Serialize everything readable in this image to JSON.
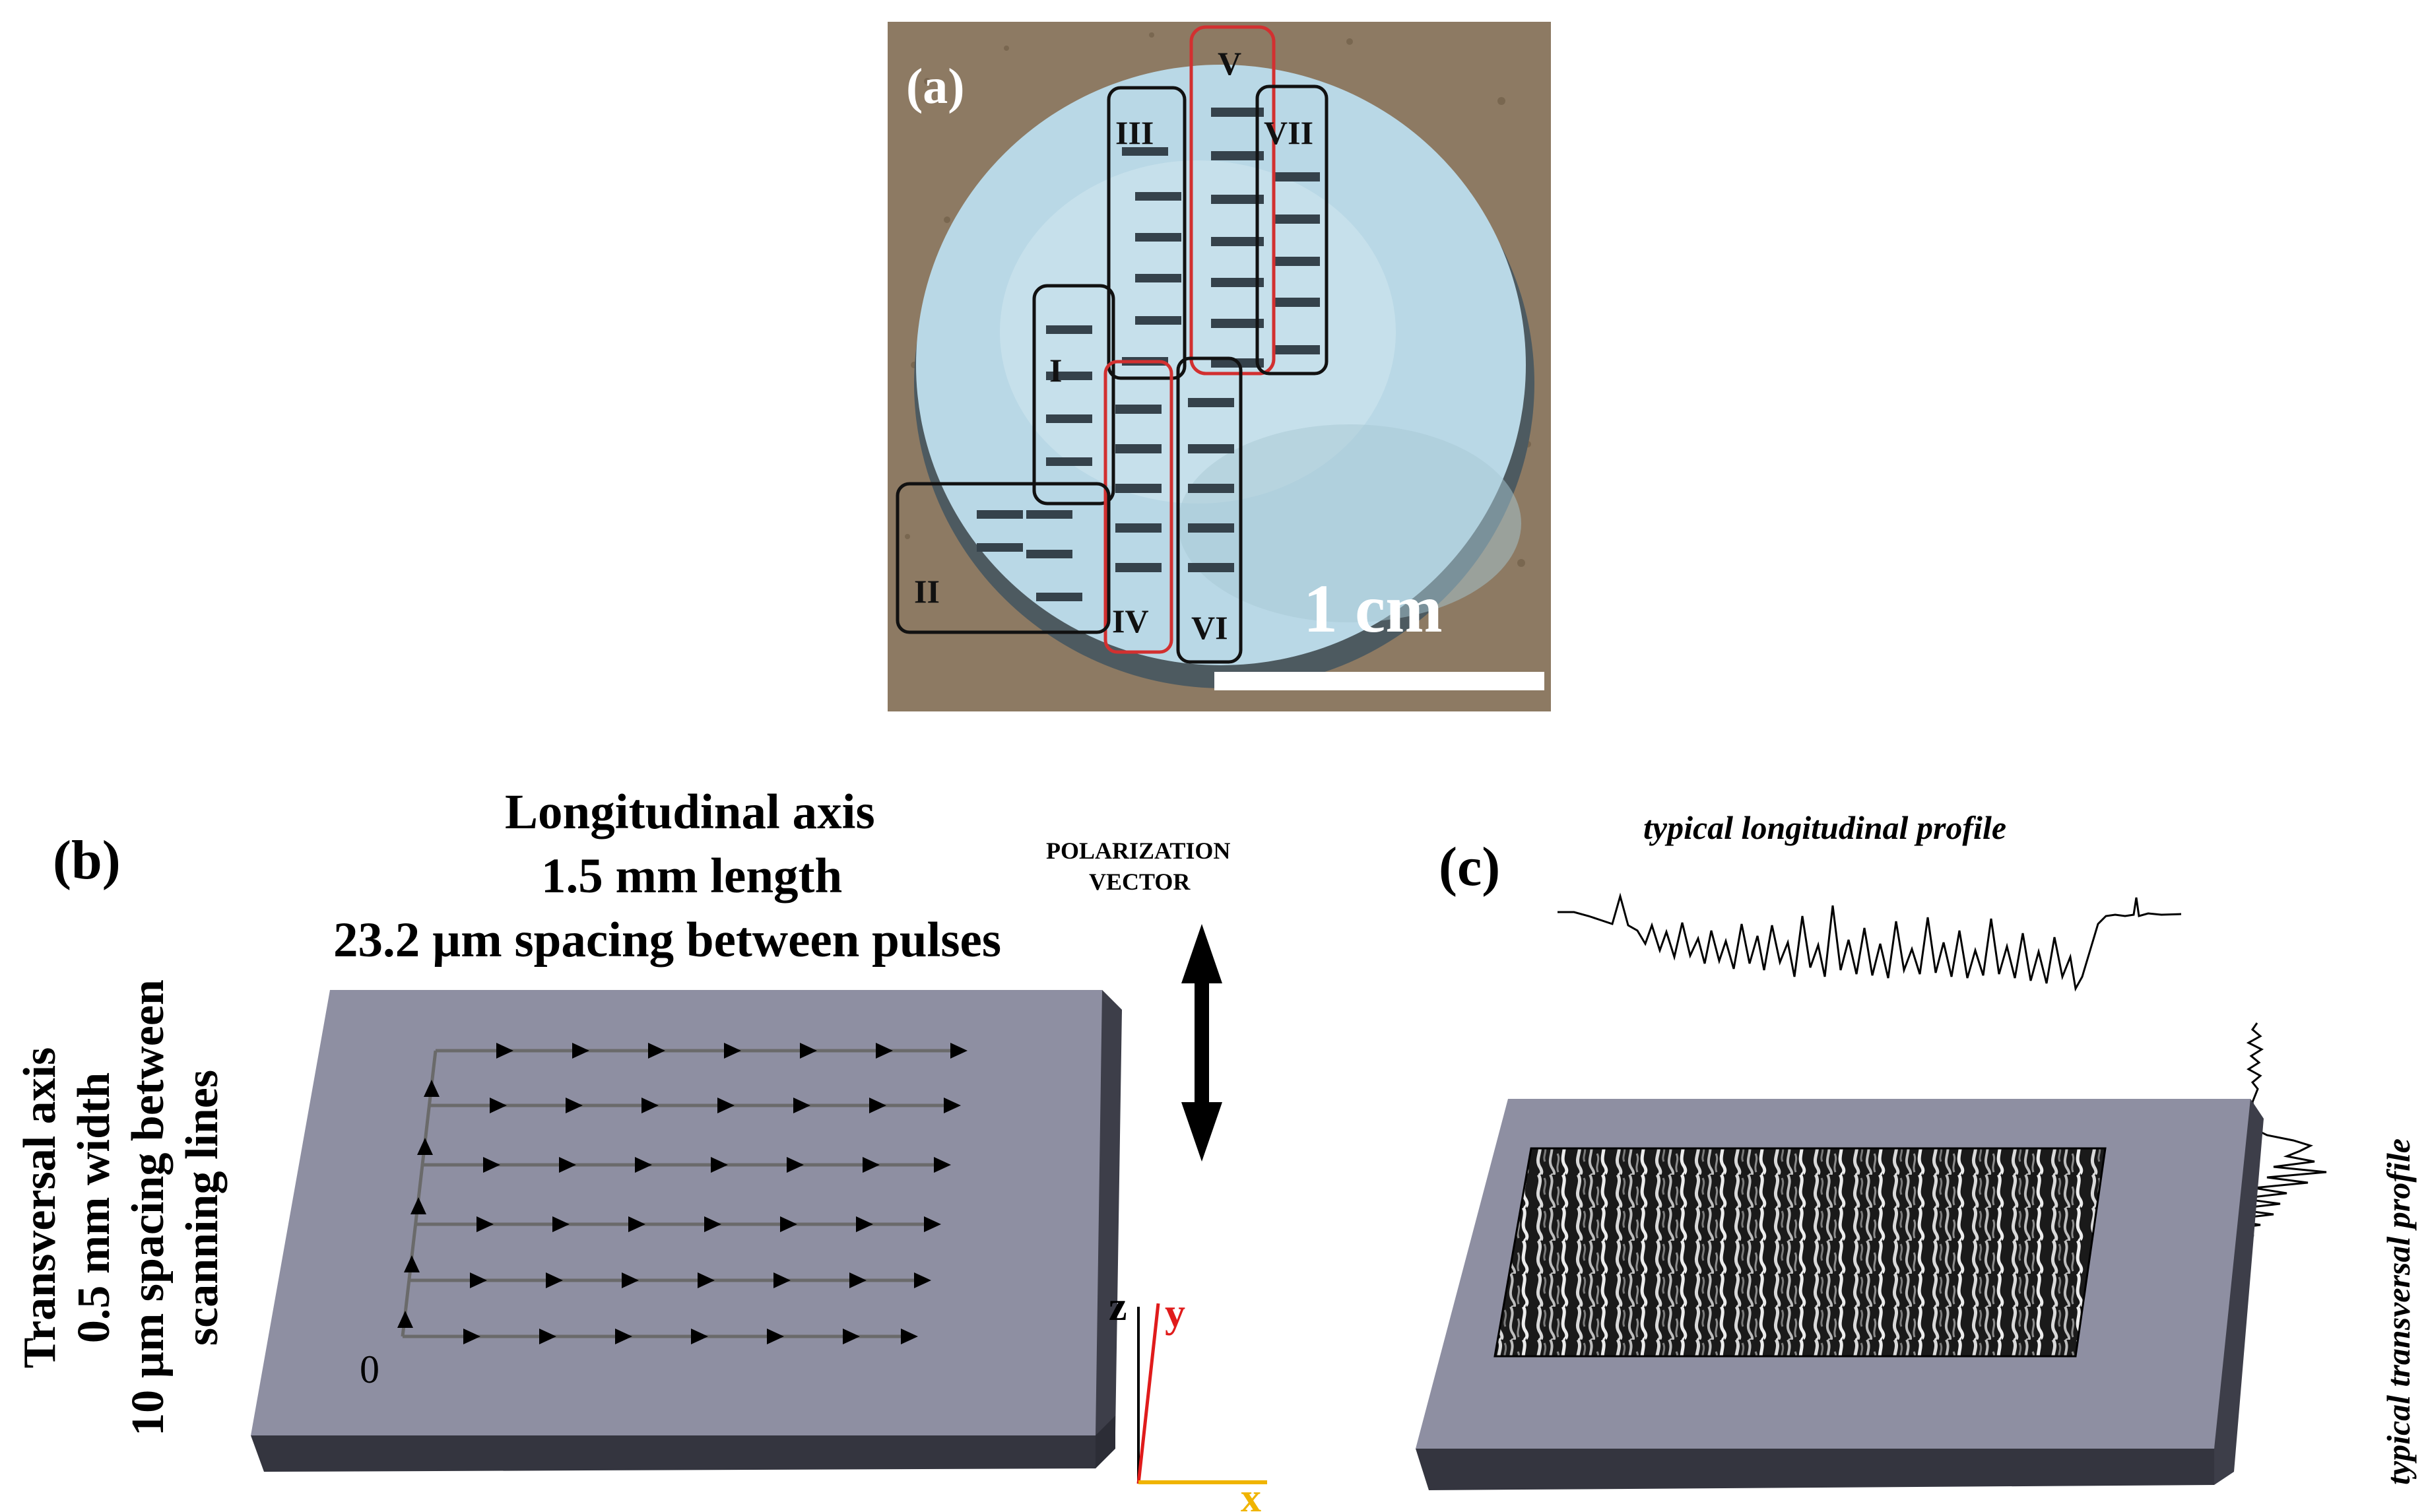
{
  "panel_a": {
    "label": "(a)",
    "scale_bar_label": "1 cm",
    "groups": [
      "I",
      "II",
      "III",
      "IV",
      "V",
      "VI",
      "VII"
    ],
    "colors": {
      "board": "#8d7a63",
      "disc": "#b9d8e6",
      "black_box": "#111111",
      "red_box": "#d23030",
      "stripe": "#35424b"
    }
  },
  "panel_b": {
    "label": "(b)",
    "longitudinal": [
      "Longitudinal axis",
      "1.5 mm length",
      "23.2 µm spacing between pulses"
    ],
    "transversal": [
      "Transversal axis",
      "0.5 mm width",
      "10 µm spacing between",
      "scanning lines"
    ],
    "polarization": [
      "POLARIZATION",
      "VECTOR"
    ],
    "origin": "0",
    "axes": {
      "z": "z",
      "y": "y",
      "x": "x"
    },
    "colors": {
      "slab_top": "#8e8fa2",
      "slab_side": "#34353f",
      "y_axis": "#e01b1b",
      "x_axis": "#f0b400"
    }
  },
  "panel_c": {
    "label": "(c)",
    "longitudinal_profile": "typical longitudinal profile",
    "transversal_profile": "typical transversal profile"
  }
}
